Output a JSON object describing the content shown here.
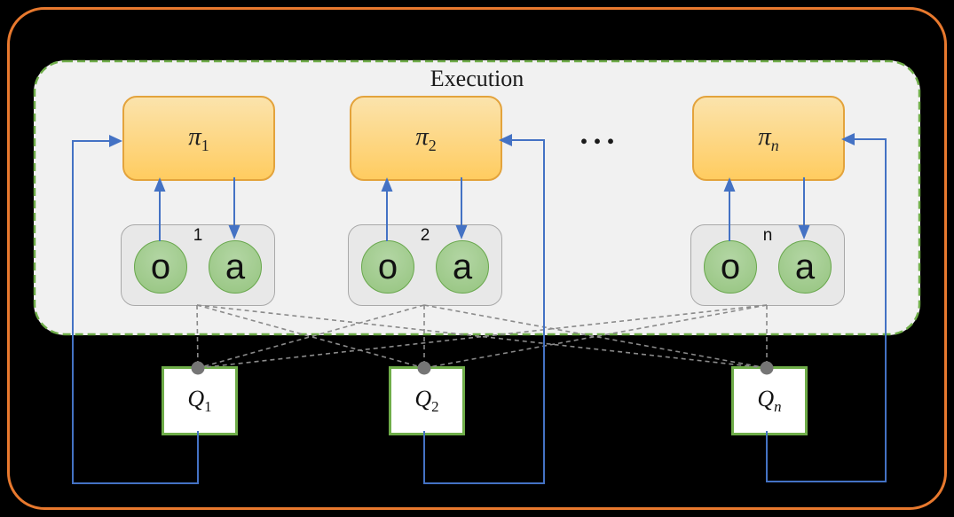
{
  "execution_panel": {
    "title": "Execution"
  },
  "ellipsis": "...",
  "agents": [
    {
      "policy": "π",
      "policy_sub": "1",
      "sup": "1",
      "obs": "o",
      "act": "a",
      "q": "Q",
      "q_sub": "1"
    },
    {
      "policy": "π",
      "policy_sub": "2",
      "sup": "2",
      "obs": "o",
      "act": "a",
      "q": "Q",
      "q_sub": "2"
    },
    {
      "policy": "π",
      "policy_sub": "n",
      "sup": "n",
      "obs": "o",
      "act": "a",
      "q": "Q",
      "q_sub": "n"
    }
  ],
  "colors": {
    "frame_orange": "#E8792E",
    "panel_fill": "#F1F1F1",
    "panel_green": "#6FAD49",
    "policy_top": "#FBE3AC",
    "policy_bottom": "#FFCC60",
    "policy_border": "#E3A33C",
    "circle_top": "#B3D6A4",
    "circle_bottom": "#95C47F",
    "circle_border": "#68A74C",
    "oa_fill": "#E8E8E8",
    "oa_border": "#A9A9A9",
    "q_border": "#6FAD49",
    "line_blue": "#4472C4",
    "dashed_gray": "#8A8A8A",
    "dot_gray": "#757575"
  }
}
